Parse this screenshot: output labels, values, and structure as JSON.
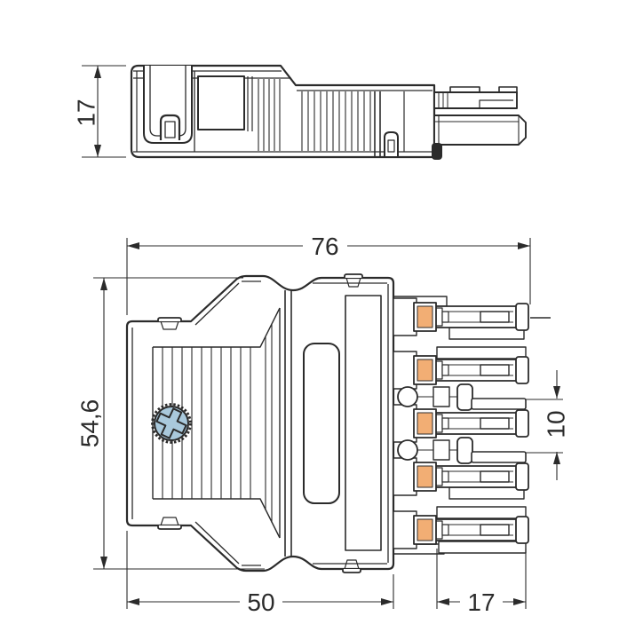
{
  "colors": {
    "ink": "#2b2b2b",
    "background": "#ffffff",
    "terminal_orange": "#f2ae74",
    "screw_blue": "#a9c9dc"
  },
  "views": {
    "side": {
      "dims": {
        "height": "17"
      }
    },
    "front": {
      "dims": {
        "overall_width": "76",
        "overall_height": "54,6",
        "housing_width": "50",
        "contact_length": "17",
        "pole_pitch": "10"
      }
    }
  }
}
